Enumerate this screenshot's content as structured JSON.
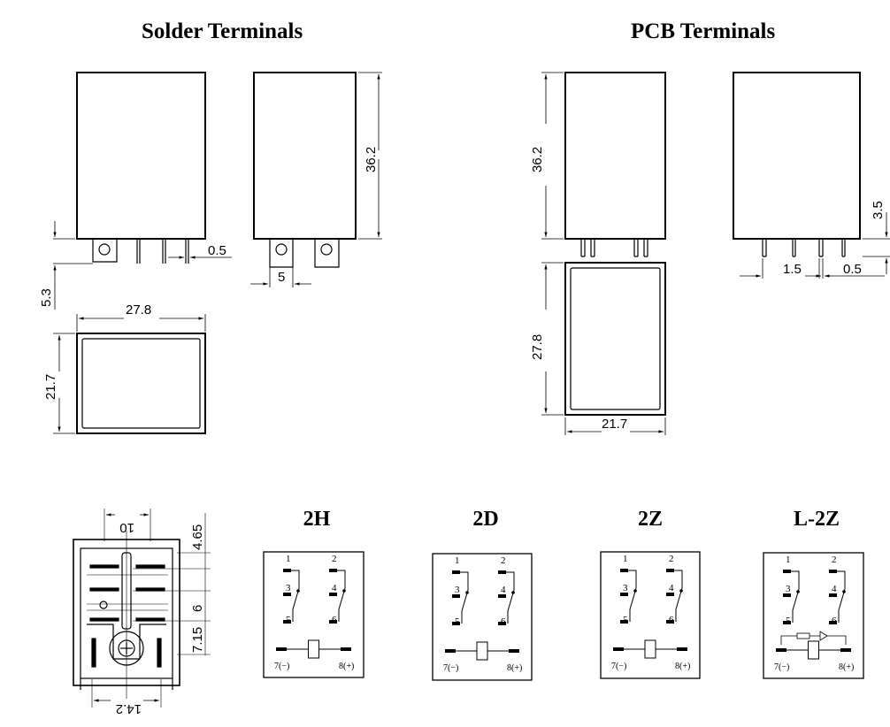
{
  "sections": {
    "solder_title": "Solder Terminals",
    "pcb_title": "PCB Terminals"
  },
  "solder": {
    "height": "36.2",
    "pin_thickness": "0.5",
    "pin_spacing": "5",
    "pin_length": "5.3",
    "length": "27.8",
    "width": "21.7"
  },
  "pcb": {
    "height": "36.2",
    "pin_height": "3.5",
    "pin_spacing": "1.5",
    "pin_thickness": "0.5",
    "length": "27.8",
    "width": "21.7"
  },
  "layout_view": {
    "pin_span": "10",
    "row_offset": "4.65",
    "row_pitch": "6",
    "coil_offset": "7.15",
    "width": "14.2"
  },
  "schematics": [
    {
      "title": "2H",
      "pins": [
        "1",
        "2",
        "3",
        "4",
        "5",
        "6"
      ],
      "coil_minus": "7(−)",
      "coil_plus": "8(+)"
    },
    {
      "title": "2D",
      "pins": [
        "1",
        "2",
        "3",
        "4",
        "5",
        "6"
      ],
      "coil_minus": "7(−)",
      "coil_plus": "8(+)"
    },
    {
      "title": "2Z",
      "pins": [
        "1",
        "2",
        "3",
        "4",
        "5",
        "6"
      ],
      "coil_minus": "7(−)",
      "coil_plus": "8(+)"
    },
    {
      "title": "L-2Z",
      "pins": [
        "1",
        "2",
        "3",
        "4",
        "5",
        "6"
      ],
      "coil_minus": "7(−)",
      "coil_plus": "8(+)"
    }
  ]
}
